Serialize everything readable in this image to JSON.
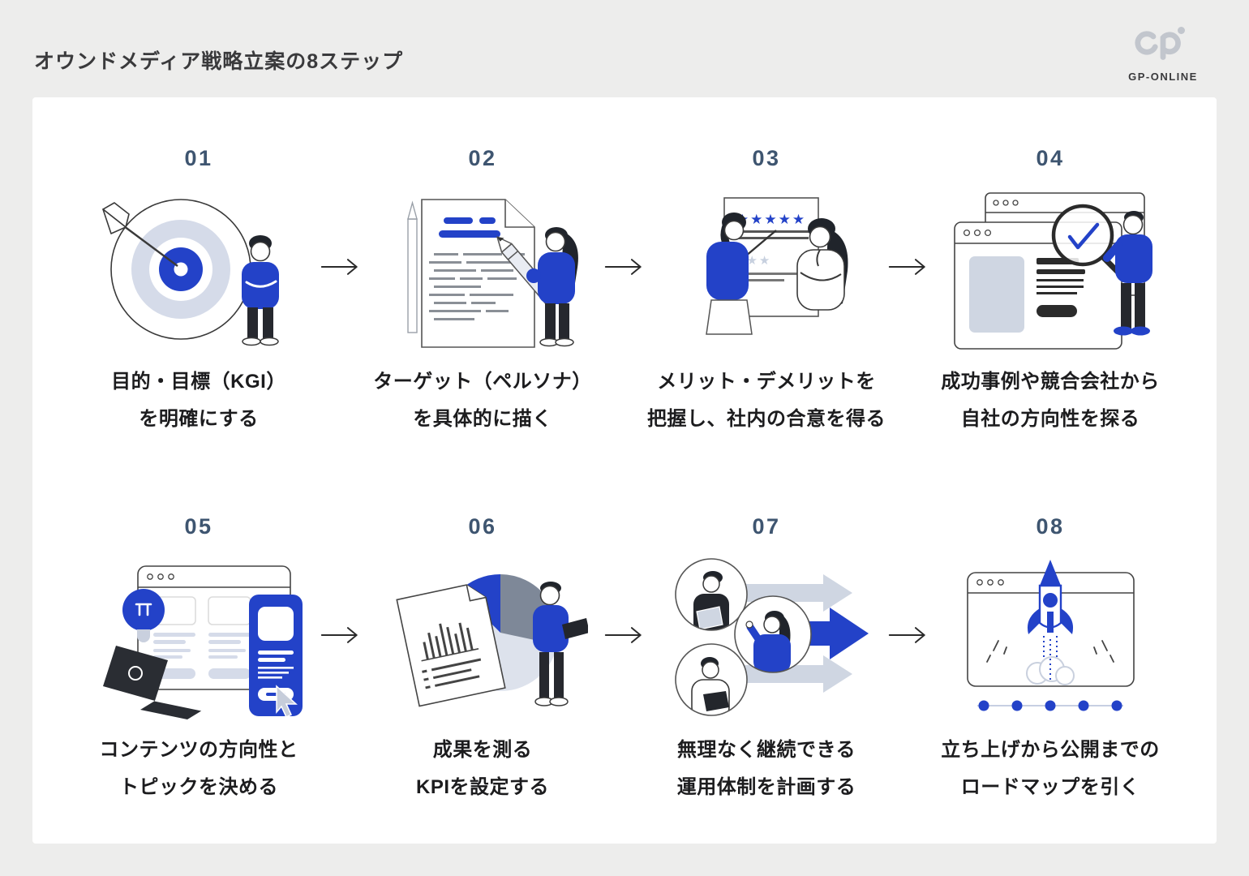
{
  "header": {
    "title": "オウンドメディア戦略立案の8ステップ",
    "logo_text": "GP-ONLINE"
  },
  "icons": {
    "logo_mark": "gp-monogram-icon",
    "step_connector": "right-arrow-icon"
  },
  "colors": {
    "background": "#EDEDEC",
    "card": "#FFFFFF",
    "accent_blue": "#2342C8",
    "light_blue_gray": "#D5DBE9",
    "step_number": "#3E5570",
    "caption_text": "#1C1C1E",
    "pie_gray": "#7E8898",
    "logo_gray": "#C2C6CD"
  },
  "steps": [
    {
      "number": "01",
      "icon": "target-dart-icon",
      "caption_line1": "目的・目標（KGI）",
      "caption_line2": "を明確にする"
    },
    {
      "number": "02",
      "icon": "persona-document-icon",
      "caption_line1": "ターゲット（ペルソナ）",
      "caption_line2": "を具体的に描く"
    },
    {
      "number": "03",
      "icon": "merit-review-icon",
      "caption_line1": "メリット・デメリットを",
      "caption_line2": "把握し、社内の合意を得る"
    },
    {
      "number": "04",
      "icon": "case-study-search-icon",
      "caption_line1": "成功事例や競合会社から",
      "caption_line2": "自社の方向性を探る"
    },
    {
      "number": "05",
      "icon": "content-planning-icon",
      "caption_line1": "コンテンツの方向性と",
      "caption_line2": "トピックを決める"
    },
    {
      "number": "06",
      "icon": "kpi-charts-icon",
      "caption_line1": "成果を測る",
      "caption_line2": "KPIを設定する"
    },
    {
      "number": "07",
      "icon": "operation-team-arrows-icon",
      "caption_line1": "無理なく継続できる",
      "caption_line2": "運用体制を計画する"
    },
    {
      "number": "08",
      "icon": "launch-rocket-icon",
      "caption_line1": "立ち上げから公開までの",
      "caption_line2": "ロードマップを引く"
    }
  ]
}
